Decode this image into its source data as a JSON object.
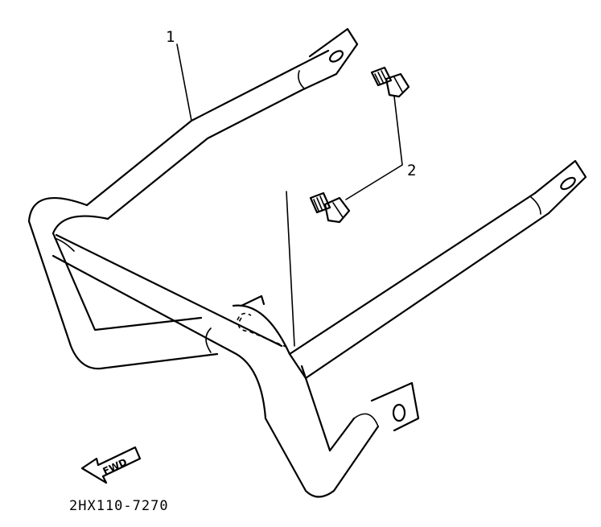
{
  "callouts": [
    {
      "id": "1",
      "label": "1"
    },
    {
      "id": "2",
      "label": "2"
    }
  ],
  "direction_arrow": {
    "label": "FWD"
  },
  "part_code": "2HX110-7270"
}
